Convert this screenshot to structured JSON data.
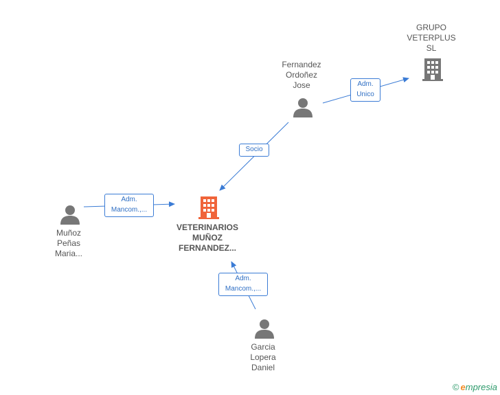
{
  "nodes": {
    "grupo": {
      "lines": [
        "GRUPO",
        "VETERPLUS",
        "SL"
      ],
      "type": "company"
    },
    "fernandez": {
      "lines": [
        "Fernandez",
        "Ordoñez",
        "Jose"
      ],
      "type": "person"
    },
    "main": {
      "lines": [
        "VETERINARIOS",
        "MUÑOZ",
        "FERNANDEZ..."
      ],
      "type": "company-main"
    },
    "munoz": {
      "lines": [
        "Muñoz",
        "Peñas",
        "Maria..."
      ],
      "type": "person"
    },
    "garcia": {
      "lines": [
        "Garcia",
        "Lopera",
        "Daniel"
      ],
      "type": "person"
    }
  },
  "edges": {
    "adm_unico": {
      "lines": [
        "Adm.",
        "Unico"
      ]
    },
    "socio": {
      "lines": [
        "Socio"
      ]
    },
    "adm_mancom_left": {
      "lines": [
        "Adm.",
        "Mancom.,..."
      ]
    },
    "adm_mancom_bottom": {
      "lines": [
        "Adm.",
        "Mancom.,..."
      ]
    }
  },
  "colors": {
    "edge": "#3a7bd5",
    "person_icon": "#777777",
    "company_icon": "#777777",
    "main_company_icon": "#f0643a"
  },
  "footer": {
    "copyright": "©",
    "brand_initial": "e",
    "brand_rest": "mpresia"
  }
}
